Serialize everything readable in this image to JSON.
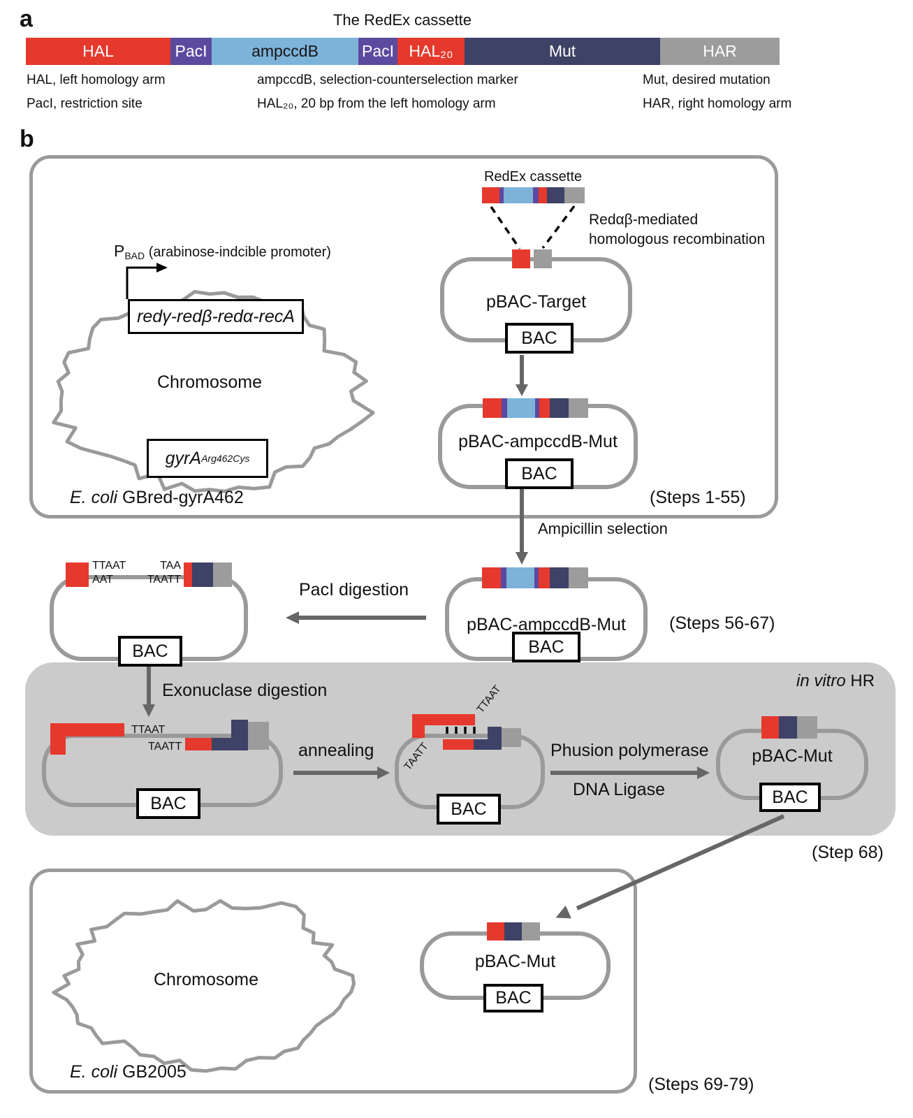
{
  "colors": {
    "red": "#e5392d",
    "purple": "#5c4a9f",
    "blue": "#7db3d9",
    "navy": "#3d4266",
    "gray_seg": "#9c9c9c",
    "ring": "#9a9a9a",
    "arrow": "#666666",
    "invitro_bg": "#cbcbcb",
    "text": "#111111"
  },
  "panel_a": {
    "label": "a",
    "title": "The RedEx cassette",
    "cassette": {
      "segments": [
        {
          "label": "HAL"
        },
        {
          "label": "PacI"
        },
        {
          "label": "ampccdB"
        },
        {
          "label": "PacI"
        },
        {
          "label": "HAL₂₀"
        },
        {
          "label": "Mut"
        },
        {
          "label": "HAR"
        }
      ]
    },
    "legend": {
      "rows": [
        [
          "HAL, left homology arm",
          "ampccdB, selection-counterselection marker",
          "Mut, desired mutation"
        ],
        [
          "PacI, restriction site",
          "HAL₂₀, 20 bp from the left homology arm",
          "HAR, right homology arm"
        ]
      ]
    }
  },
  "panel_b": {
    "label": "b",
    "host1": {
      "promoter_p": "P",
      "promoter_sub": "BAD",
      "promoter_rest": " (arabinose-indcible promoter)",
      "operon": "redγ-redβ-redα-recA",
      "chromosome": "Chromosome",
      "gyra_main": "gyrA",
      "gyra_sub": "Arg462Cys",
      "redex_label": "RedEx cassette",
      "recomb_line1": "Redαβ-mediated",
      "recomb_line2": "homologous recombination",
      "pbac_target": "pBAC-Target",
      "bac1": "BAC",
      "pbac_ampccdb": "pBAC-ampccdB-Mut",
      "bac2": "BAC",
      "strain_italic": "E. coli",
      "strain_rest": " GBred-gyrA462",
      "steps": "(Steps 1-55)"
    },
    "row2": {
      "ampicillin": "Ampicillin selection",
      "pbac_ampccdb": "pBAC-ampccdB-Mut",
      "bac_right": "BAC",
      "steps": "(Steps 56-67)",
      "paci_digestion": "PacI digestion",
      "ttaat": "TTAAT",
      "aat": "AAT",
      "taa": "TAA",
      "taatt": "TAATT",
      "bac_left": "BAC"
    },
    "invitro": {
      "title_italic": "in vitro",
      "title_rest": " HR",
      "exonuclease": "Exonuclase digestion",
      "ttaat": "TTAAT",
      "taatt": "TAATT",
      "bac1": "BAC",
      "annealing": "annealing",
      "anneal_ttaat": "TTAAT",
      "anneal_taatt": "TAATT",
      "bac2": "BAC",
      "phusion": "Phusion polymerase",
      "ligase": "DNA Ligase",
      "pbac_mut": "pBAC-Mut",
      "bac3": "BAC",
      "step": "(Step 68)"
    },
    "host2": {
      "chromosome": "Chromosome",
      "strain_italic": "E. coli",
      "strain_rest": " GB2005",
      "pbac_mut": "pBAC-Mut",
      "bac": "BAC",
      "steps": "(Steps 69-79)"
    }
  }
}
